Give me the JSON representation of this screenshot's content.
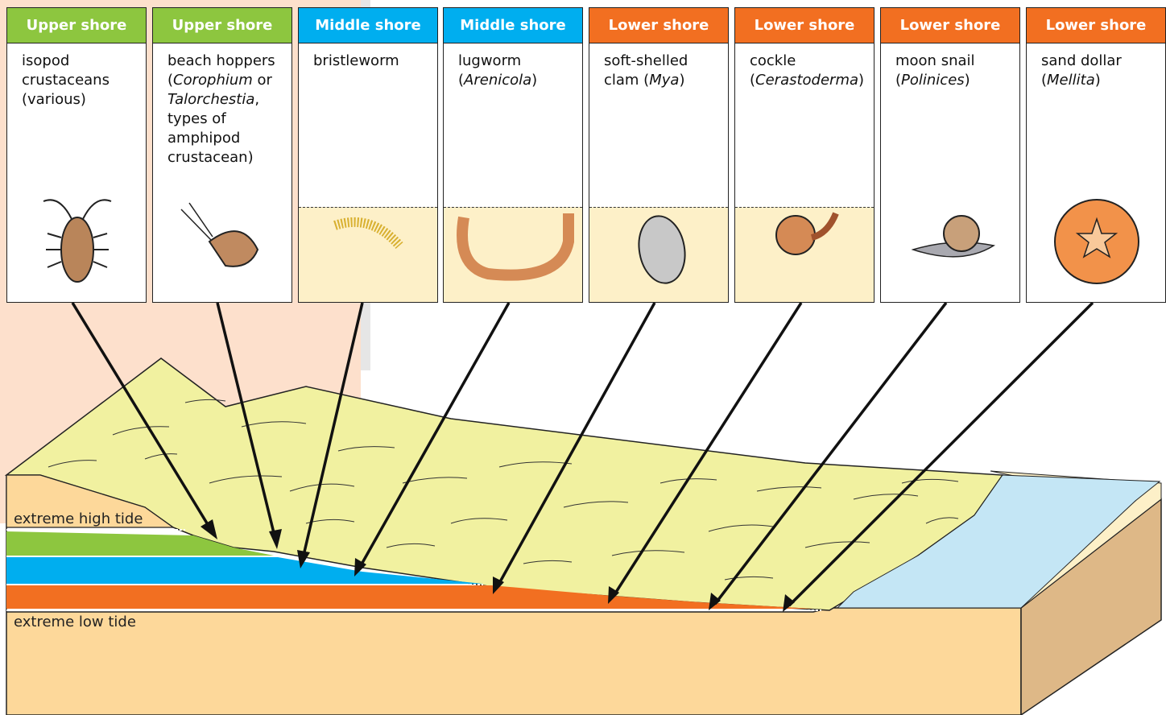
{
  "colors": {
    "upper": "#8dc63f",
    "middle": "#00aeef",
    "lower": "#f26f21",
    "peach_bg": "#fde0cc",
    "sand": "#fdd89a",
    "beach": "#f1f1a0",
    "water": "#c4e6f5",
    "card_sand": "#fdf0c8"
  },
  "cards": [
    {
      "zone": "Upper shore",
      "zone_key": "upper",
      "name": [
        "isopod",
        "crustaceans",
        "(various)"
      ],
      "icon": "isopod-icon",
      "burrowed": false
    },
    {
      "zone": "Upper shore",
      "zone_key": "upper",
      "name": [
        "beach hoppers",
        "(Corophium or",
        "Talorchestia,",
        "types of",
        "amphipod",
        "crustacean)"
      ],
      "icon": "beach-hopper-icon",
      "burrowed": false
    },
    {
      "zone": "Middle shore",
      "zone_key": "middle",
      "name": [
        "bristleworm"
      ],
      "icon": "bristleworm-icon",
      "burrowed": true
    },
    {
      "zone": "Middle shore",
      "zone_key": "middle",
      "name": [
        "lugworm",
        "(Arenicola)"
      ],
      "icon": "lugworm-icon",
      "burrowed": true
    },
    {
      "zone": "Lower shore",
      "zone_key": "lower",
      "name": [
        "soft-shelled",
        "clam (Mya)"
      ],
      "icon": "clam-icon",
      "burrowed": true
    },
    {
      "zone": "Lower shore",
      "zone_key": "lower",
      "name": [
        "cockle",
        "(Cerastoderma)"
      ],
      "icon": "cockle-icon",
      "burrowed": true
    },
    {
      "zone": "Lower shore",
      "zone_key": "lower",
      "name": [
        "moon snail",
        "(Polinices)"
      ],
      "icon": "moon-snail-icon",
      "burrowed": false
    },
    {
      "zone": "Lower shore",
      "zone_key": "lower",
      "name": [
        "sand dollar",
        "(Mellita)"
      ],
      "icon": "sand-dollar-icon",
      "burrowed": false
    }
  ],
  "tides": {
    "high": "extreme high tide",
    "low": "extreme low tide"
  }
}
